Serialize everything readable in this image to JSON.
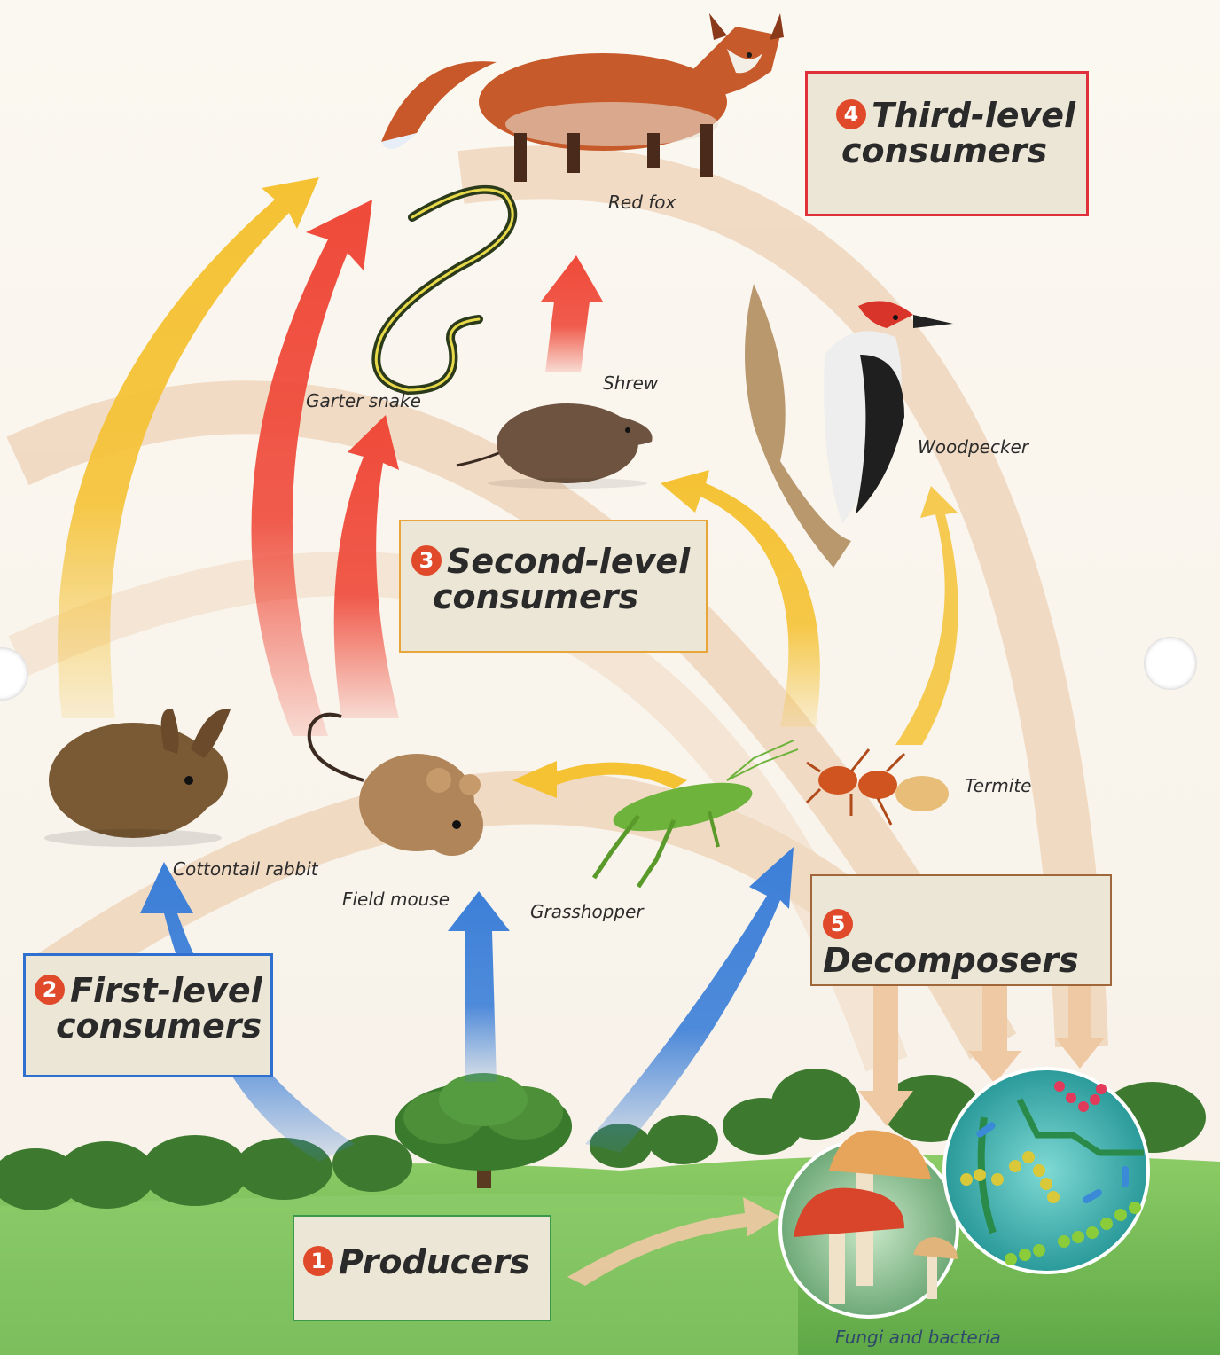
{
  "levels": {
    "producers": {
      "number": "1",
      "line1": "Producers",
      "color": "#3a9a4a"
    },
    "first": {
      "number": "2",
      "line1": "First-level",
      "line2": "consumers",
      "color": "#2f6fd0"
    },
    "second": {
      "number": "3",
      "line1": "Second-level",
      "line2": "consumers",
      "color": "#e8a63a"
    },
    "third": {
      "number": "4",
      "line1": "Third-level",
      "line2": "consumers",
      "color": "#e0303a"
    },
    "decomposers": {
      "number": "5",
      "line1": "Decomposers",
      "color": "#a0683a"
    }
  },
  "organisms": {
    "red_fox": "Red fox",
    "garter_snake": "Garter snake",
    "shrew": "Shrew",
    "woodpecker": "Woodpecker",
    "cottontail_rabbit": "Cottontail rabbit",
    "field_mouse": "Field mouse",
    "grasshopper": "Grasshopper",
    "termite": "Termite",
    "fungi_bacteria": "Fungi and bacteria"
  },
  "colors": {
    "arrow_blue": "#3c7fd8",
    "arrow_red": "#ef4a3a",
    "arrow_yellow": "#f5c234",
    "arrow_tan": "#f0cfae",
    "grass": "#7cc060",
    "tree": "#3d7a2f"
  }
}
